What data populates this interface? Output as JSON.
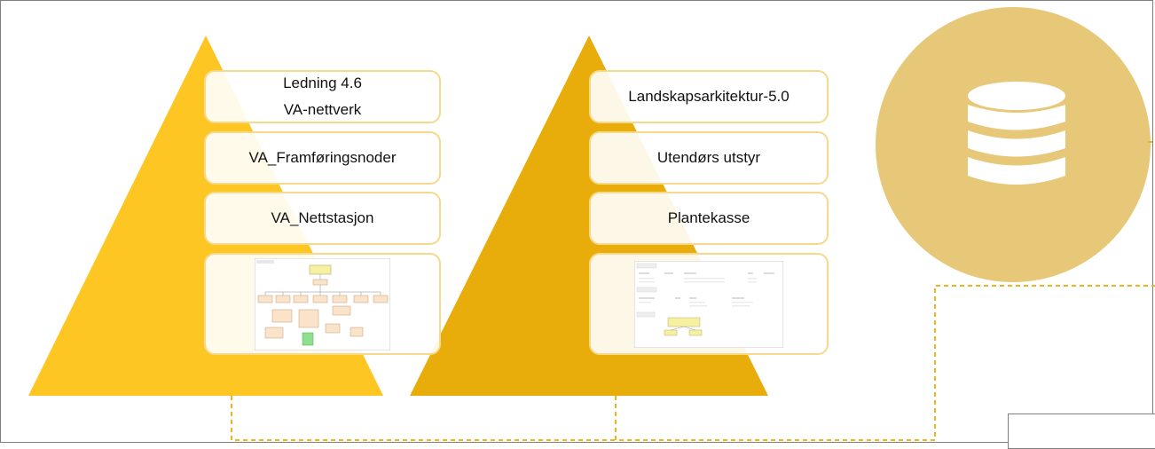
{
  "colors": {
    "pyramid_left": "#fdc623",
    "pyramid_right": "#e8ac0b",
    "database_circle": "#e7c778",
    "connector": "#efb41b",
    "card_border": "#f6d98a"
  },
  "left_stack": {
    "cards": [
      {
        "lines": [
          "Ledning 4.6",
          "VA-nettverk"
        ]
      },
      {
        "label": "VA_Framføringsnoder"
      },
      {
        "label": "VA_Nettstasjon"
      }
    ],
    "thumbnail_icon": "uml-class-diagram-thumbnail"
  },
  "right_stack": {
    "cards": [
      {
        "label": "Landskapsarkitektur-5.0"
      },
      {
        "label": "Utendørs utstyr"
      },
      {
        "label": "Plantekasse"
      }
    ],
    "thumbnail_icon": "feature-catalogue-table-thumbnail"
  },
  "database": {
    "icon": "database-icon"
  }
}
